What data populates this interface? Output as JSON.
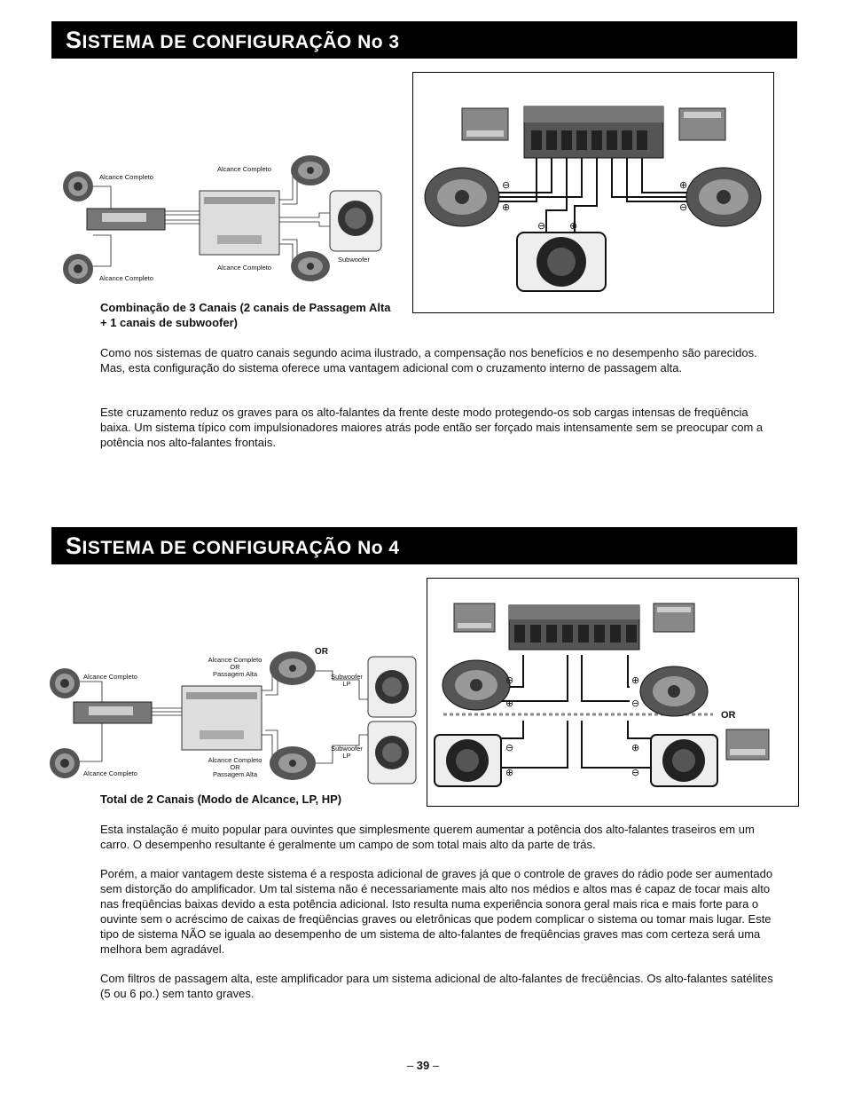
{
  "section3": {
    "title_cap": "S",
    "title_rest": "ISTEMA DE CONFIGURAÇÃO No 3",
    "labels": {
      "full_range_top_left": "Alcance Completo",
      "full_range_bottom_left": "Alcance Completo",
      "full_range_top_right": "Alcance Completo",
      "full_range_bottom_right": "Alcance Completo",
      "subwoofer": "Subwoofer"
    },
    "caption_line1": "Combinação de 3 Canais (2 canais de Passagem Alta",
    "caption_line2": "+ 1 canais de subwoofer)",
    "para1": "Como nos sistemas de quatro canais segundo acima ilustrado, a compensação nos benefícios e no desempenho são parecidos.  Mas, esta configuração do sistema oferece uma vantagem adicional com o cruzamento interno de passagem alta.",
    "para2": "Este cruzamento reduz os graves para os alto-falantes da frente deste modo protegendo-os sob cargas intensas de freqüência baixa.  Um sistema típico com impulsionadores maiores atrás pode então ser forçado mais intensamente sem se preocupar com a potência nos alto-falantes frontais."
  },
  "section4": {
    "title_cap": "S",
    "title_rest": "ISTEMA DE CONFIGURAÇÃO No 4",
    "labels": {
      "full_range_top_left": "Alcance Completo",
      "full_range_bottom_left": "Alcance Completo",
      "hp_top_l1": "Alcance Completo",
      "hp_top_l2": "OR",
      "hp_top_l3": "Passagem Alta",
      "hp_bottom_l1": "Alcance Completo",
      "hp_bottom_l2": "OR",
      "hp_bottom_l3": "Passagem Alta",
      "or_small": "OR",
      "sub_lp_top_1": "Subwoofer",
      "sub_lp_top_2": "LP",
      "sub_lp_bottom_1": "Subwoofer",
      "sub_lp_bottom_2": "LP",
      "or_wiring": "OR"
    },
    "caption": "Total de 2 Canais (Modo de Alcance, LP, HP)",
    "para1": "Esta instalação é muito popular para ouvintes que simplesmente querem aumentar a potência dos alto-falantes traseiros em um carro. O desempenho resultante é geralmente um campo de som total mais alto da parte de trás.",
    "para2": "Porém, a maior vantagem deste sistema é a resposta adicional de graves já que o controle de graves do rádio pode ser aumentado sem distorção do amplificador. Um tal sistema não é necessariamente mais alto nos médios e altos mas é capaz de tocar mais alto nas freqüências baixas devido a esta potência adicional. Isto resulta numa experiência sonora geral mais rica e mais forte para o ouvinte sem o acréscimo de caixas de freqüências graves ou eletrônicas que podem complicar o sistema ou tomar mais lugar. Este tipo de sistema NÃO se iguala ao desempenho de um sistema de alto-falantes de freqüências graves mas com certeza será uma melhora bem agradável.",
    "para3": "Com filtros de passagem alta, este amplificador para um sistema adicional de alto-falantes de frecüências. Os alto-falantes satélites (5 ou 6 po.) sem tanto graves."
  },
  "page_number": "39",
  "page_dash": "–",
  "icons": [
    "speaker-icon",
    "amplifier-icon",
    "head-unit-icon",
    "subwoofer-icon",
    "terminal-block-icon"
  ]
}
